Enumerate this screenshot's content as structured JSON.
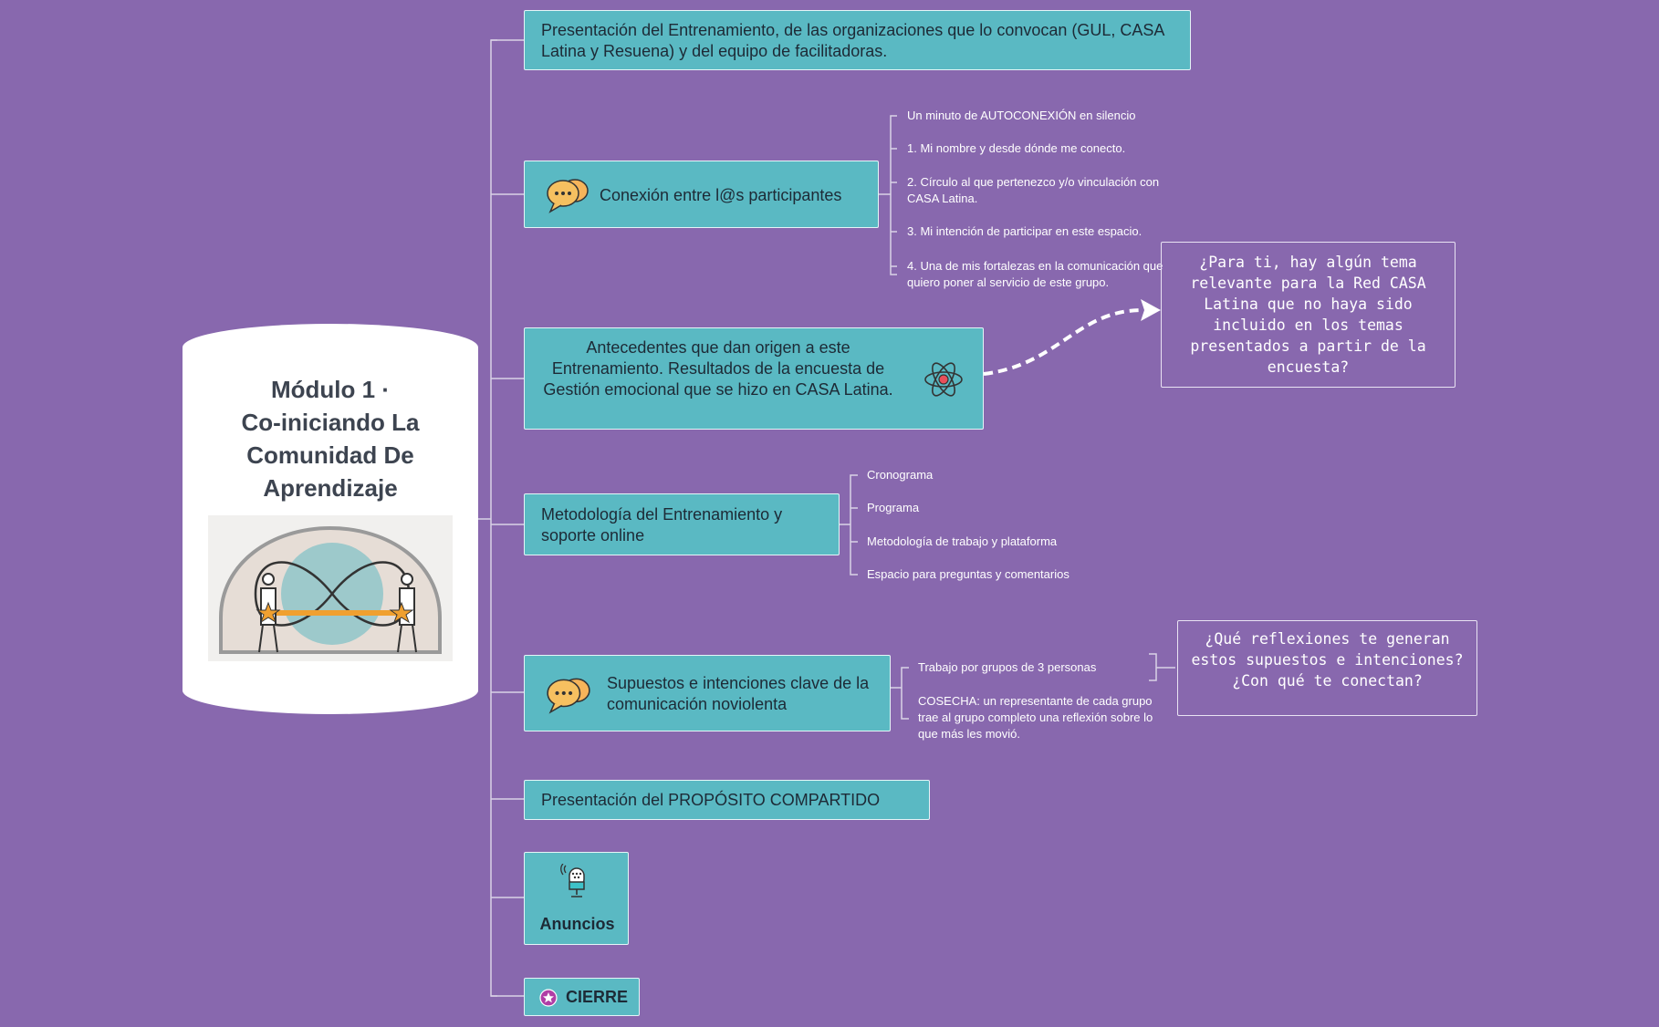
{
  "central": {
    "title_lines": [
      "Módulo 1 ·",
      "Co-iniciando La",
      "Comunidad De",
      "Aprendizaje"
    ]
  },
  "topics": [
    {
      "text": "Presentación del Entrenamiento, de las organizaciones que lo convocan (GUL, CASA Latina y Resuena) y del equipo de facilitadoras.",
      "icon": null,
      "children": []
    },
    {
      "text": "Conexión entre l@s participantes",
      "icon": "chat-bubbles-icon",
      "children": [
        "Un minuto de AUTOCONEXIÓN en silencio",
        "1. Mi nombre y desde dónde me conecto.",
        "2. Círculo al que pertenezco y/o vinculación con CASA Latina.",
        "3. Mi intención de participar en este espacio.",
        "4. Una de mis fortalezas en la comunicación que quiero poner al servicio de este grupo."
      ]
    },
    {
      "text": "Antecedentes que dan origen a este Entrenamiento. Resultados de la encuesta de Gestión emocional que se hizo en CASA Latina.",
      "icon": "atom-icon",
      "children": []
    },
    {
      "text": "Metodología del Entrenamiento y soporte online",
      "icon": null,
      "children": [
        "Cronograma",
        "Programa",
        "Metodología de trabajo y plataforma",
        "Espacio para preguntas y comentarios"
      ]
    },
    {
      "text": "Supuestos e intenciones clave de la comunicación noviolenta",
      "icon": "chat-bubbles-icon",
      "children": [
        "Trabajo por grupos de 3 personas",
        "COSECHA: un representante de cada grupo trae al grupo completo una reflexión sobre lo que más les movió."
      ]
    },
    {
      "text": "Presentación del PROPÓSITO COMPARTIDO",
      "icon": null,
      "children": []
    },
    {
      "text": "Anuncios",
      "icon": "microphone-icon",
      "children": []
    },
    {
      "text": "CIERRE",
      "icon": "star-badge-icon",
      "children": []
    }
  ],
  "callouts": [
    "¿Para ti, hay algún tema relevante para la Red CASA Latina que no haya sido incluido en los temas presentados a partir de la encuesta?",
    "¿Qué reflexiones te generan estos supuestos e intenciones? ¿Con qué te conectan?"
  ],
  "colors": {
    "background": "#8868ae",
    "topic_fill": "#5ab9c3",
    "topic_text": "#1d2a36",
    "line": "#d9d2e6",
    "central_fill": "#ffffff",
    "central_text": "#3d4450"
  }
}
